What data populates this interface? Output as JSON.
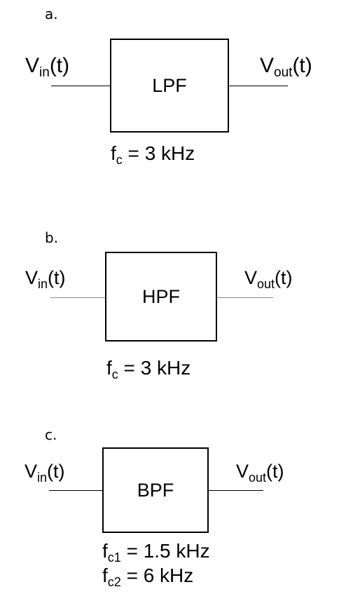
{
  "panels": [
    {
      "label": "a.",
      "input": {
        "main": "V",
        "sub": "in",
        "arg": "(t)"
      },
      "block": "LPF",
      "output": {
        "main": "V",
        "sub": "out",
        "arg": "(t)"
      },
      "specs": [
        {
          "main": "f",
          "sub": "c",
          "rest": " = 3 kHz"
        }
      ]
    },
    {
      "label": "b.",
      "input": {
        "main": "V",
        "sub": "in",
        "arg": "(t)"
      },
      "block": "HPF",
      "output": {
        "main": "V",
        "sub": "out",
        "arg": "(t)"
      },
      "specs": [
        {
          "main": "f",
          "sub": "c",
          "rest": " = 3 kHz"
        }
      ]
    },
    {
      "label": "c.",
      "input": {
        "main": "V",
        "sub": "in",
        "arg": "(t)"
      },
      "block": "BPF",
      "output": {
        "main": "V",
        "sub": "out",
        "arg": "(t)"
      },
      "specs": [
        {
          "main": "f",
          "sub": "c1",
          "rest": " = 1.5 kHz"
        },
        {
          "main": "f",
          "sub": "c2",
          "rest": " = 6 kHz"
        }
      ]
    }
  ]
}
